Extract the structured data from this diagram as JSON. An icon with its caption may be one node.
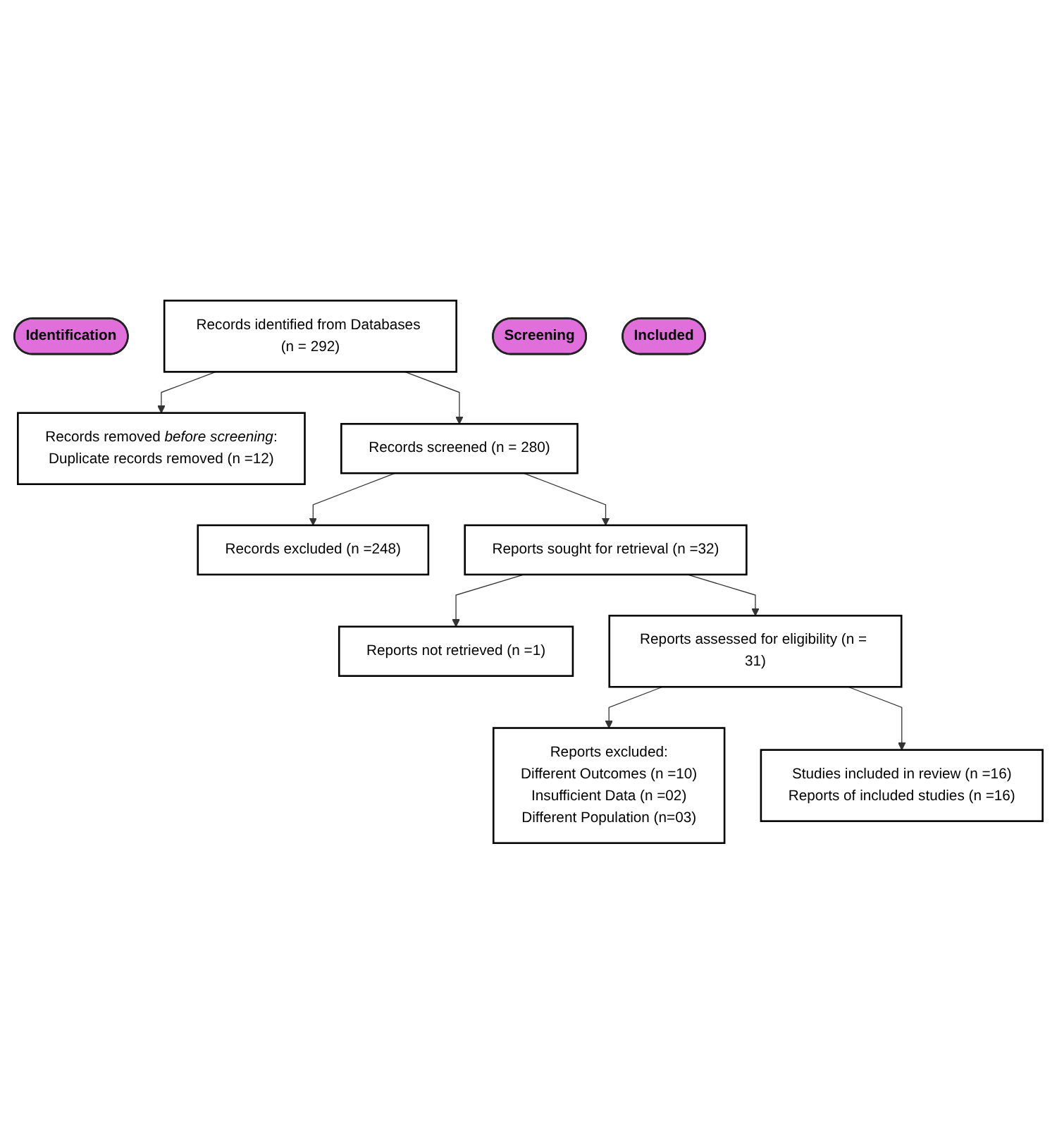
{
  "diagram": {
    "nodes": [
      {
        "text": [
          "Identification"
        ]
      },
      {
        "text": [
          "Records identified from Databases (n = 292)"
        ]
      },
      {
        "text": [
          "Records removed *before screening*:",
          "Duplicate records removed (n =12)"
        ]
      },
      {
        "text": [
          "Screening"
        ]
      },
      {
        "text": [
          "Records screened (n = 280)"
        ]
      },
      {
        "text": [
          "Records excluded (n =248)"
        ]
      },
      {
        "text": [
          "Reports sought for retrieval (n =32)"
        ]
      },
      {
        "text": [
          "Reports not retrieved (n =1)"
        ]
      },
      {
        "text": [
          "Reports assessed for eligibility (n = 31)"
        ]
      },
      {
        "text": [
          "Reports excluded:",
          "Different Outcomes (n =10)",
          "Insufficient Data (n =02)",
          "Different Population (n=03)"
        ]
      },
      {
        "text": [
          "Included"
        ]
      },
      {
        "text": [
          "Studies included in review (n =16)",
          "Reports of included studies (n =16)"
        ]
      }
    ],
    "edges": [
      {
        "from": 1,
        "to": 2,
        "arrow": "to"
      },
      {
        "from": 1,
        "to": 4,
        "arrow": "to"
      },
      {
        "from": 4,
        "to": 5,
        "arrow": "to"
      },
      {
        "from": 4,
        "to": 6,
        "arrow": "to"
      },
      {
        "from": 6,
        "to": 7,
        "arrow": "to"
      },
      {
        "from": 6,
        "to": 8,
        "arrow": "to"
      },
      {
        "from": 8,
        "to": 9,
        "arrow": "to"
      },
      {
        "from": 8,
        "to": 11,
        "arrow": "to"
      }
    ]
  }
}
